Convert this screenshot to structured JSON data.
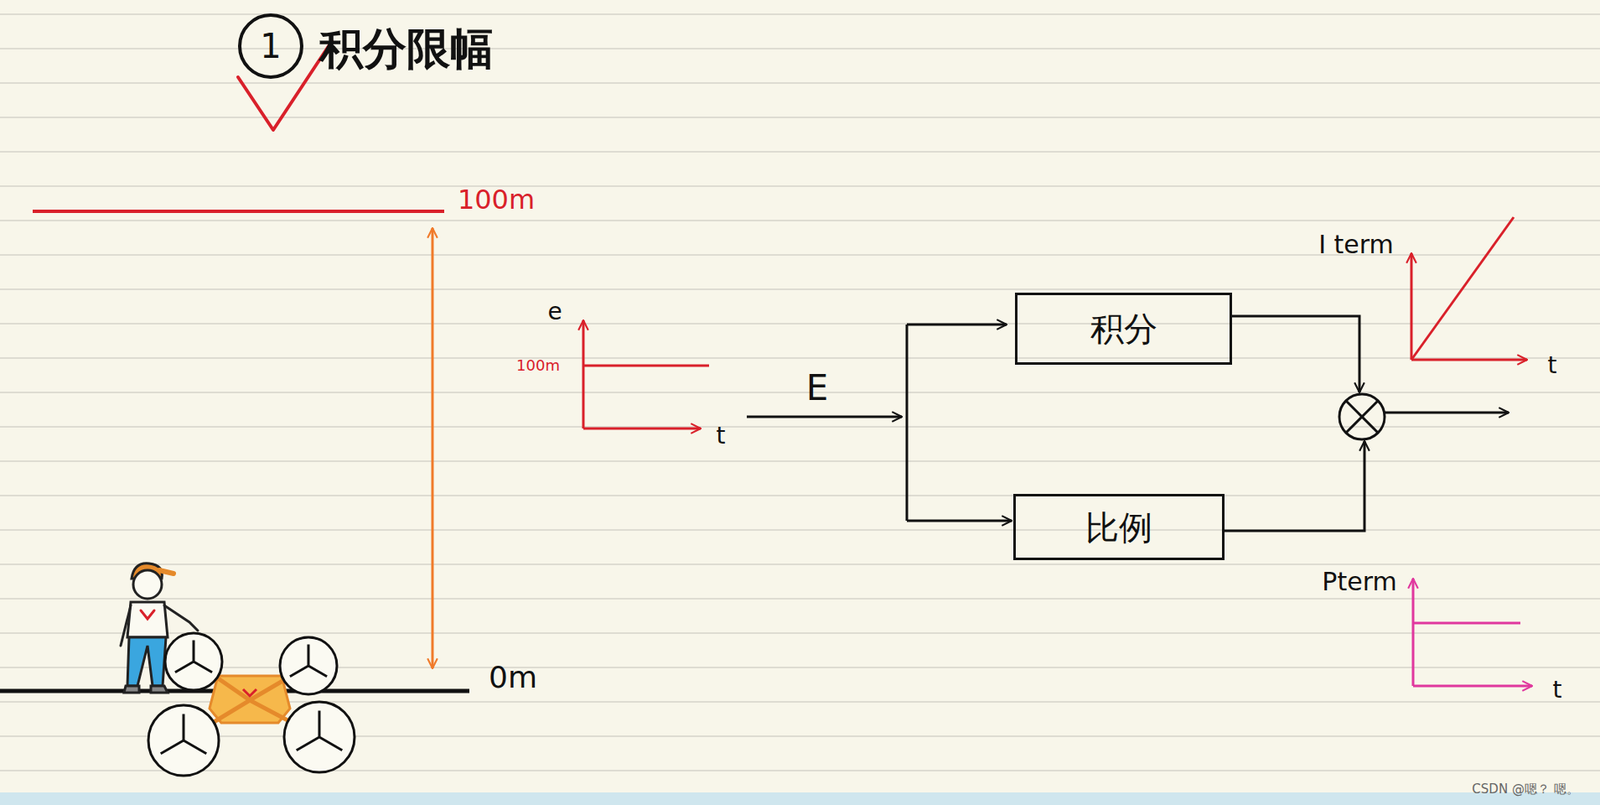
{
  "diagram": {
    "title": "积分限幅",
    "nodes": [
      {
        "text": [
          "积分"
        ]
      },
      {
        "text": [
          "比例"
        ]
      }
    ],
    "labels": [
      "1",
      "100m",
      "0m",
      "e",
      "100m",
      "t",
      "E",
      "I term",
      "t",
      "Pterm",
      "t",
      "CSDN @嗯？ 嗯。"
    ]
  }
}
